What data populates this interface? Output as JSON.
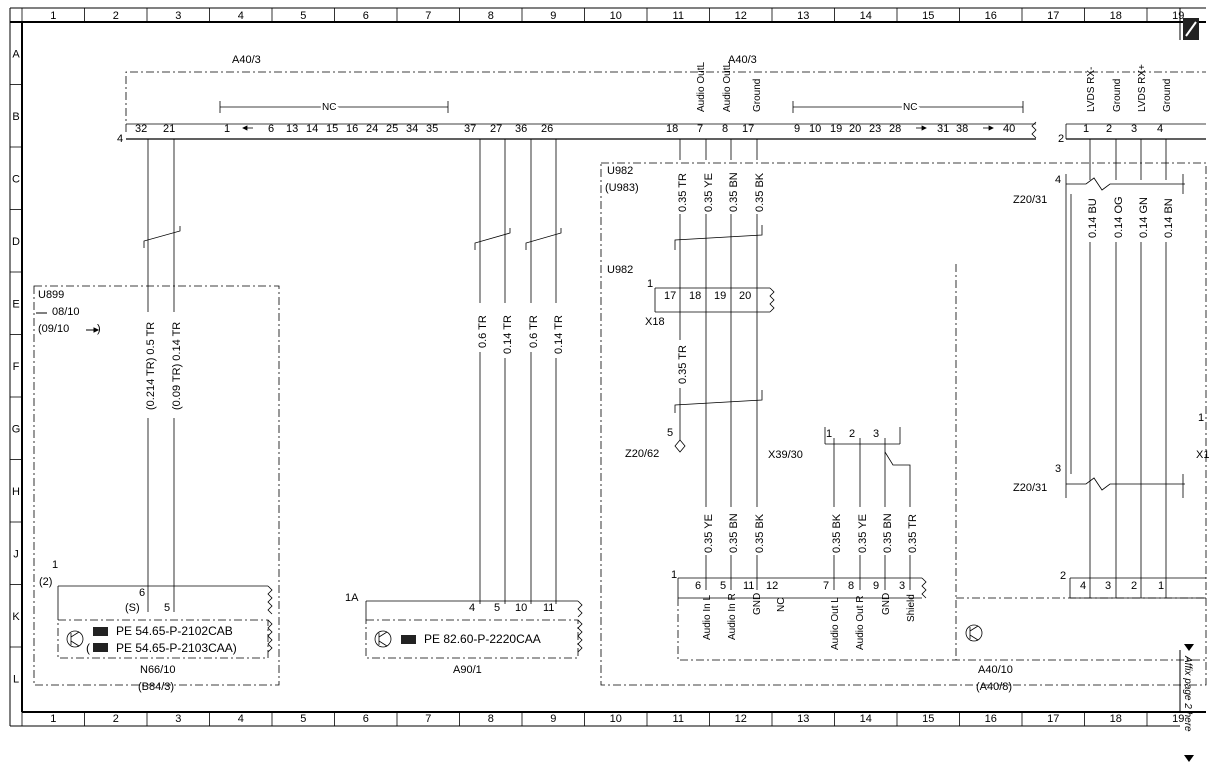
{
  "grid": {
    "columns": [
      "1",
      "2",
      "3",
      "4",
      "5",
      "6",
      "7",
      "8",
      "9",
      "10",
      "11",
      "12",
      "13",
      "14",
      "15",
      "16",
      "17",
      "18",
      "19"
    ],
    "rows": [
      "A",
      "B",
      "C",
      "D",
      "E",
      "F",
      "G",
      "H",
      "J",
      "K",
      "L"
    ]
  },
  "components": {
    "a40_3_left": "A40/3",
    "a40_3_right": "A40/3",
    "a40_3_conn_left": "4",
    "a40_3_conn_right": "2",
    "nc_left": "NC",
    "nc_right": "NC",
    "u982_top": "U982",
    "u983_top": "(U983)",
    "u982_mid": "U982",
    "x18": "X18",
    "x18_pin1": "1",
    "z20_31_top": "Z20/31",
    "z20_31_top_num": "4",
    "z20_31_bottom": "Z20/31",
    "z20_31_bottom_num": "3",
    "z20_62": "Z20/62",
    "z20_62_num": "5",
    "x39_30": "X39/30",
    "u899": "U899",
    "u899_from": "08/10",
    "u899_range": "(09/10",
    "u899_range_end": ")",
    "n66_10": "N66/10",
    "b84_3": "(B84/3)",
    "n66_conn": "1",
    "n66_conn_alt": "(2)",
    "a90_1": "A90/1",
    "a90_conn": "1A",
    "a40_10": "A40/10",
    "a40_8": "(A40/8)",
    "a40_10_conn": "1",
    "a40_10_right_conn": "2",
    "x1_partial": "X1",
    "g_pin_partial": "1"
  },
  "a40_3_pins_left": [
    "32",
    "21",
    "1",
    "6",
    "13",
    "14",
    "15",
    "16",
    "24",
    "25",
    "34",
    "35",
    "37",
    "27",
    "36",
    "26"
  ],
  "a40_3_pins_right": [
    "18",
    "7",
    "8",
    "17",
    "9",
    "10",
    "19",
    "20",
    "23",
    "28",
    "31",
    "38",
    "40"
  ],
  "a40_3_lvds_pins": [
    "1",
    "2",
    "3",
    "4"
  ],
  "a40_3_labels": {
    "audio_outl_1": "Audio OutL",
    "audio_outl_2": "Audio OutL",
    "ground": "Ground",
    "lvds_rx_minus": "LVDS RX-",
    "ground_2": "Ground",
    "lvds_rx_plus": "LVDS RX+",
    "ground_3": "Ground"
  },
  "wires": {
    "w32": "(0.214 TR) 0.5 TR",
    "w21": "(0.09 TR) 0.14 TR",
    "w37": "0.6 TR",
    "w27": "0.14 TR",
    "w36": "0.6 TR",
    "w26": "0.14 TR",
    "w18": "0.35 TR",
    "w7": "0.35 YE",
    "w8": "0.35 BN",
    "w17": "0.35 BK",
    "w_x18": "0.35 TR",
    "lvds1": "0.14 BU",
    "lvds2": "0.14 OG",
    "lvds3": "0.14 GN",
    "lvds4": "0.14 BN",
    "b6": "0.35 YE",
    "b5": "0.35 BN",
    "b11": "0.35 BK",
    "b7": "0.35 BK",
    "b8": "0.35 YE",
    "b9": "0.35 BN",
    "b3": "0.35 TR"
  },
  "x18_pins": [
    "17",
    "18",
    "19",
    "20"
  ],
  "x39_30_pins": [
    "1",
    "2",
    "3"
  ],
  "n66_pins": [
    "6",
    "(S)",
    "5"
  ],
  "n66_refs": {
    "ref1": "PE 54.65-P-2102CAB",
    "ref2": "PE 54.65-P-2103CAA)",
    "ref2_open": "("
  },
  "a90_pins": [
    "4",
    "5",
    "10",
    "11"
  ],
  "a90_ref": "PE 82.60-P-2220CAA",
  "a40_10_pins": [
    "6",
    "5",
    "11",
    "12",
    "7",
    "8",
    "9",
    "3"
  ],
  "a40_10_pin_labels": [
    "Audio In L",
    "Audio In R",
    "GND",
    "NC",
    "Audio Out L",
    "Audio Out R",
    "GND",
    "Shield"
  ],
  "a40_10_right_pins": [
    "4",
    "3",
    "2",
    "1"
  ],
  "footer": {
    "affix": "Affix page 2 here"
  }
}
